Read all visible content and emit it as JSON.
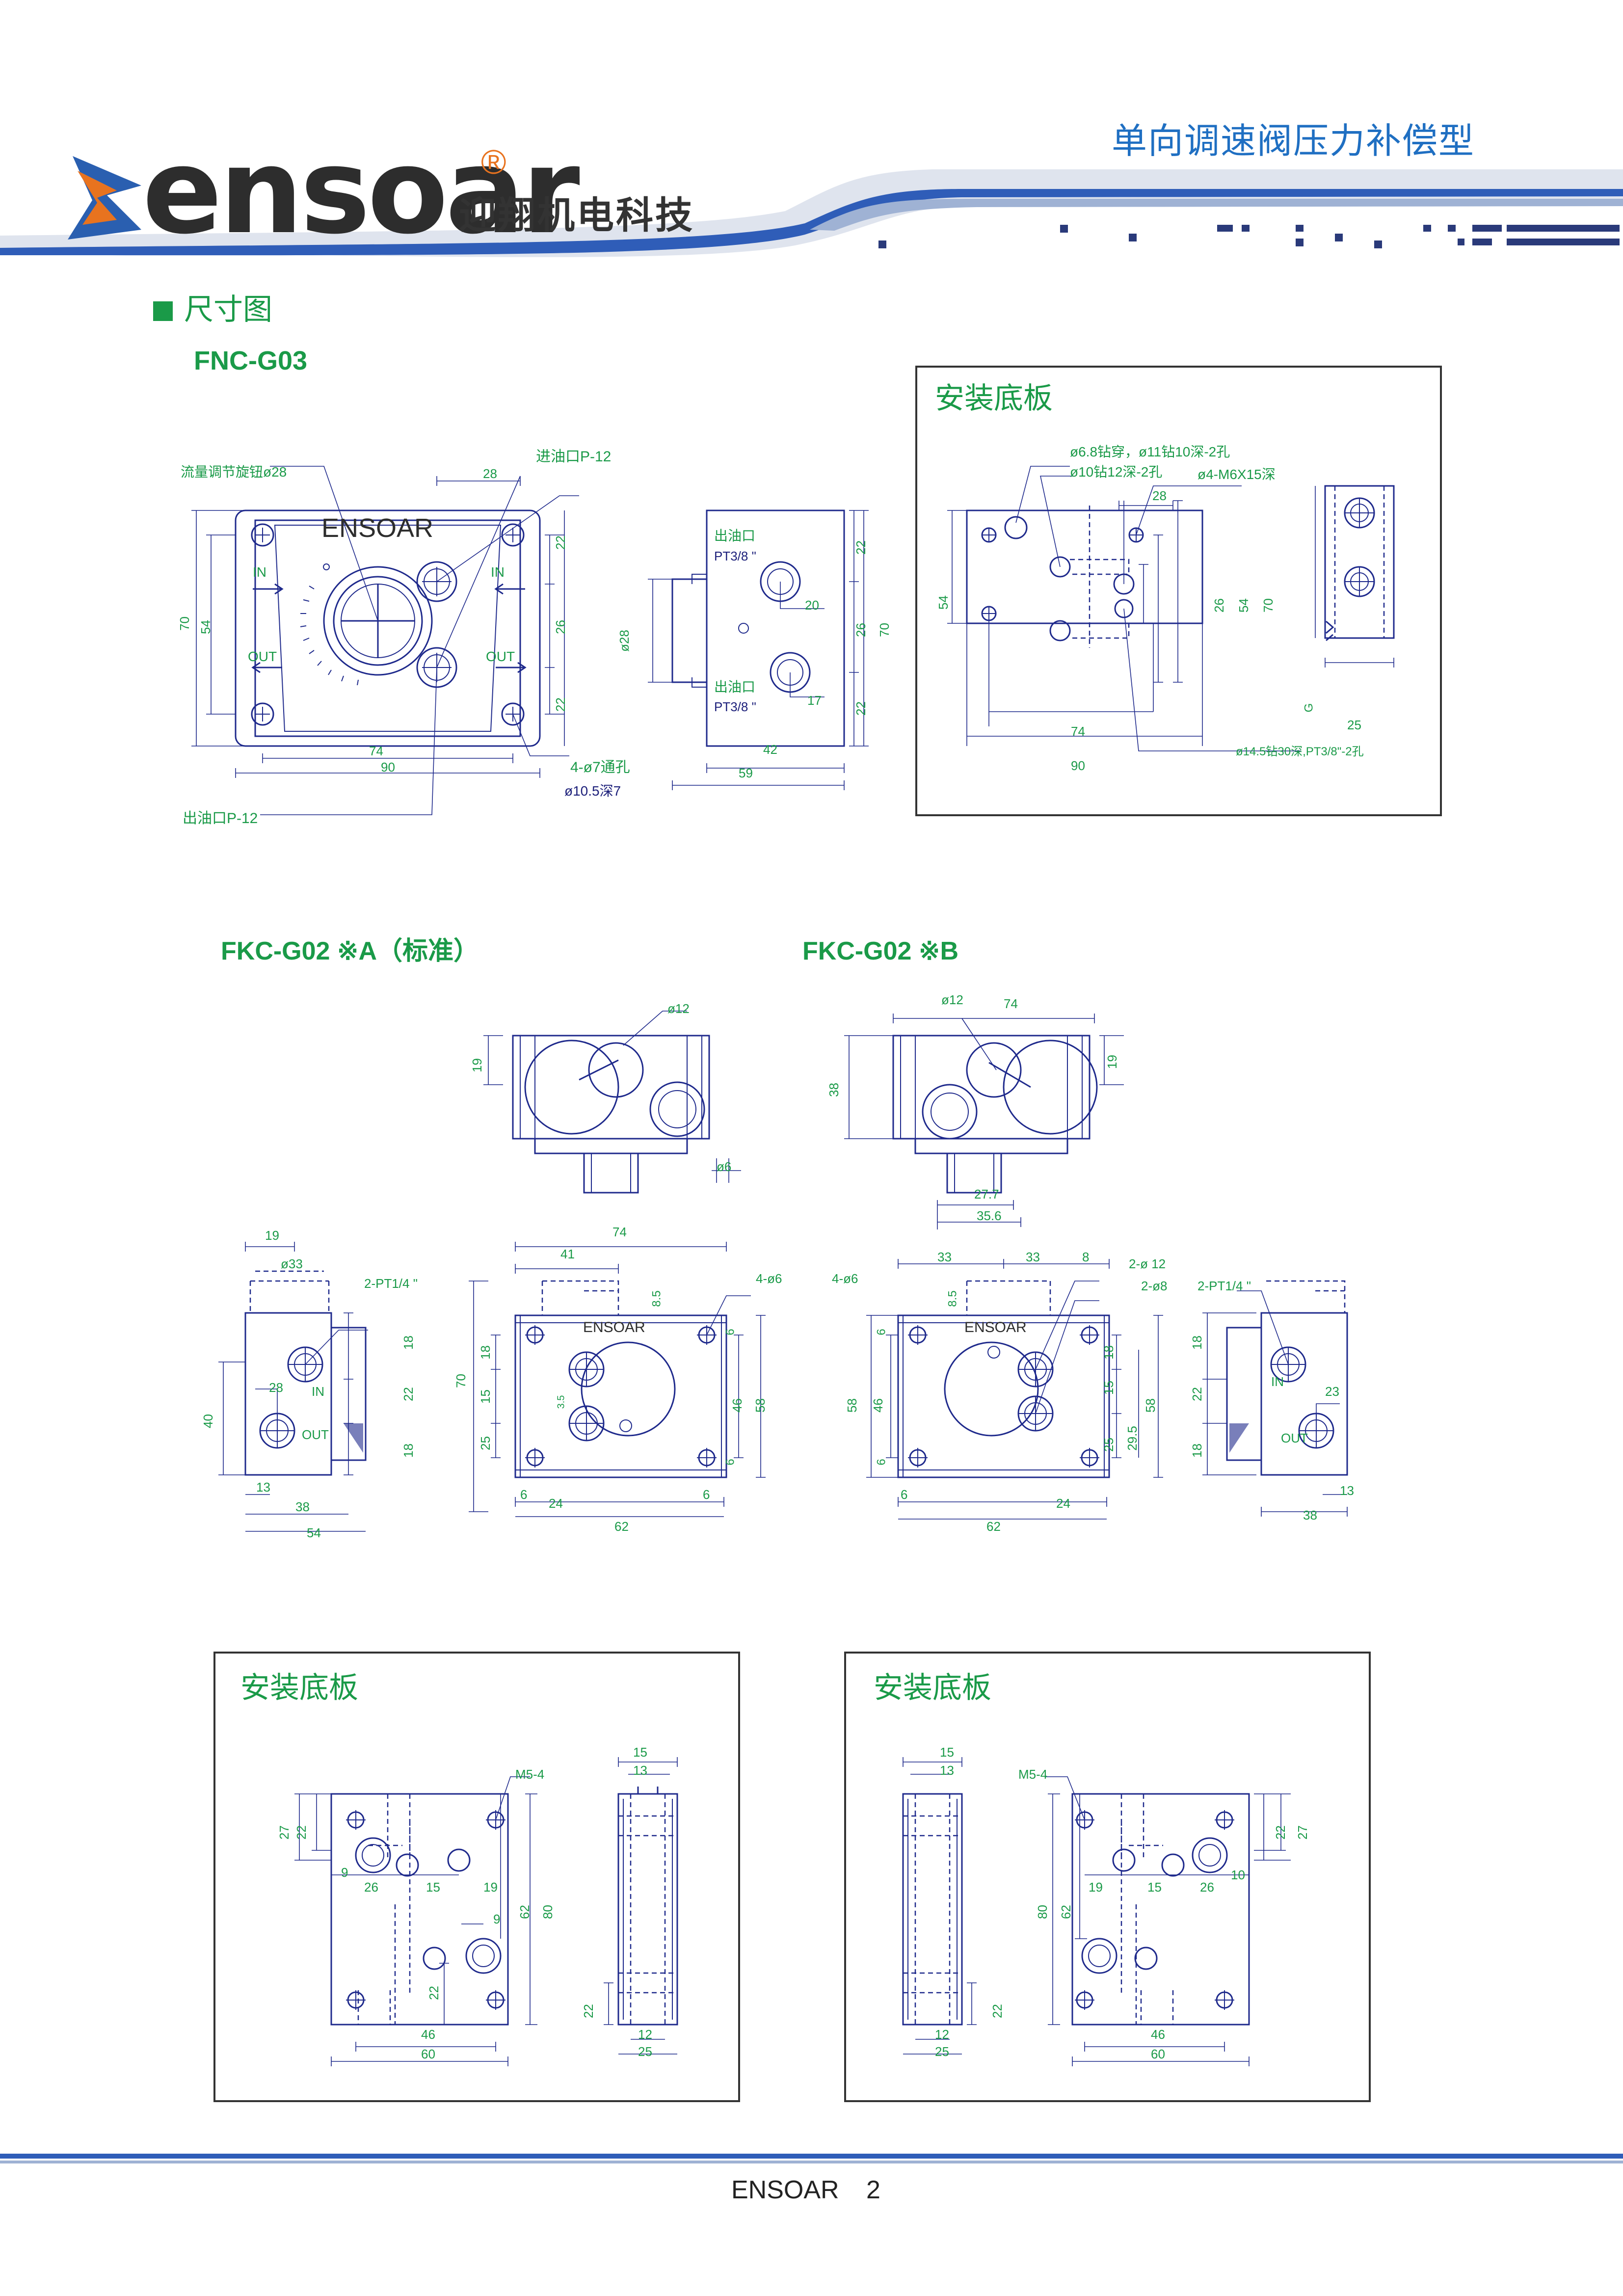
{
  "header": {
    "brand": "ensoar",
    "registered": "®",
    "company": "迎翔机电科技",
    "product_title": "单向调速阀压力补偿型"
  },
  "section": {
    "title": "尺寸图"
  },
  "fnc_g03": {
    "model": "FNC-G03",
    "labels": {
      "knob": "流量调节旋钮ø28",
      "inlet": "进油口P-12",
      "outlet": "出油口P-12",
      "brand_on_body": "ENSOAR",
      "in": "IN",
      "out": "OUT",
      "holes": "4-ø7通孔",
      "counterbore": "ø10.5深7",
      "out_port_1": "出油口",
      "out_port_2": "出油口",
      "thread_1": "PT3/8 \"",
      "thread_2": "PT3/8 \"",
      "d28": "ø28"
    },
    "front_dims": [
      "28",
      "22",
      "26",
      "22",
      "70",
      "54",
      "74",
      "90"
    ],
    "side_dims": [
      "22",
      "26",
      "22",
      "70",
      "20",
      "17",
      "42",
      "59"
    ]
  },
  "base_plate_g03": {
    "title": "安装底板",
    "labels": {
      "note1": "ø6.8钻穿，ø11钻10深-2孔",
      "note2": "ø10钻12深-2孔",
      "note3": "ø4-M6X15深",
      "note4": "ø14.5钻30深,PT3/8\"-2孔",
      "g": "G"
    },
    "dims": [
      "28",
      "54",
      "26",
      "54",
      "70",
      "74",
      "90",
      "25"
    ]
  },
  "fkc_a": {
    "model": "FKC-G02 ※A（标准）",
    "labels": {
      "d12": "ø12",
      "d6": "ø6",
      "d33": "ø33",
      "thread": "2-PT1/4 \"",
      "holes": "4-ø6",
      "brand_on_body": "ENSOAR",
      "in": "IN",
      "out": "OUT"
    },
    "dims_top": [
      "19"
    ],
    "dims_side": [
      "19",
      "28",
      "40",
      "18",
      "22",
      "18",
      "13",
      "38",
      "54"
    ],
    "dims_front": [
      "74",
      "41",
      "8.5",
      "6",
      "18",
      "15",
      "25",
      "70",
      "46",
      "58",
      "6",
      "6",
      "24",
      "6",
      "62",
      "3.5"
    ]
  },
  "fkc_b": {
    "model": "FKC-G02 ※B",
    "labels": {
      "d12": "ø12",
      "holes": "4-ø6",
      "d12b": "2-ø 12",
      "d8": "2-ø8",
      "thread": "2-PT1/4 \"",
      "brand_on_body": "ENSOAR",
      "in": "IN",
      "out": "OUT"
    },
    "dims_top": [
      "74",
      "19",
      "38",
      "27.7",
      "35.6"
    ],
    "dims_front": [
      "33",
      "33",
      "8",
      "8.5",
      "6",
      "46",
      "58",
      "6",
      "18",
      "15",
      "25",
      "29.5",
      "58",
      "6",
      "24",
      "62"
    ],
    "dims_side": [
      "18",
      "22",
      "18",
      "23",
      "13",
      "38"
    ]
  },
  "base_plate_a": {
    "title": "安装底板",
    "labels": {
      "m5": "M5-4"
    },
    "dims": [
      "27",
      "22",
      "9",
      "26",
      "15",
      "19",
      "9",
      "62",
      "80",
      "22",
      "46",
      "60",
      "15",
      "13",
      "22",
      "12",
      "25"
    ]
  },
  "base_plate_b": {
    "title": "安装底板",
    "labels": {
      "m5": "M5-4"
    },
    "dims": [
      "15",
      "13",
      "22",
      "27",
      "19",
      "15",
      "26",
      "10",
      "80",
      "62",
      "22",
      "46",
      "60",
      "12",
      "25"
    ]
  },
  "footer": {
    "brand": "ENSOAR",
    "page": "2"
  },
  "colors": {
    "accent_blue": "#2f5db8",
    "title_blue": "#1f6fc2",
    "green": "#1a9a48",
    "drawing_navy": "#1f2a8c",
    "brand_dark": "#2d2d2d",
    "brand_orange": "#e8731f"
  }
}
